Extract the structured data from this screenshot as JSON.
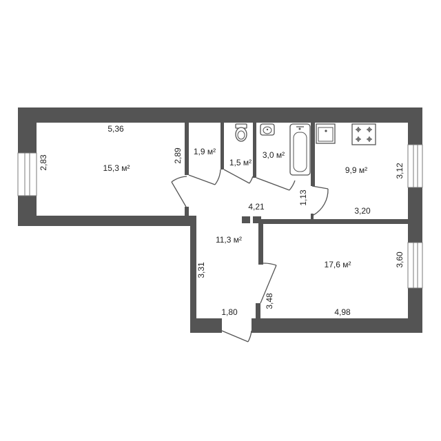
{
  "colors": {
    "wall": "#545454",
    "background": "#ffffff",
    "text": "#222222"
  },
  "rooms": {
    "living_room": {
      "area": "15,3 м²",
      "length": "5,36",
      "width": "2,83",
      "side": "2,89"
    },
    "toilet": {
      "area": "1,9 м²"
    },
    "washroom": {
      "area": "1,5 м²"
    },
    "bathroom": {
      "area": "3,0 м²",
      "depth": "1,13"
    },
    "kitchen": {
      "area": "9,9 м²",
      "width": "3,12",
      "length": "3,20"
    },
    "hallway": {
      "area": "11,3 м²",
      "length": "4,21",
      "side": "3,31",
      "width": "1,80"
    },
    "bedroom": {
      "area": "17,6 м²",
      "width": "3,60",
      "length": "4,98",
      "side": "3,48"
    }
  },
  "fixtures": [
    "toilet-icon",
    "sink-icon",
    "bathtub-icon",
    "kitchen-sink-icon",
    "stove-icon"
  ]
}
